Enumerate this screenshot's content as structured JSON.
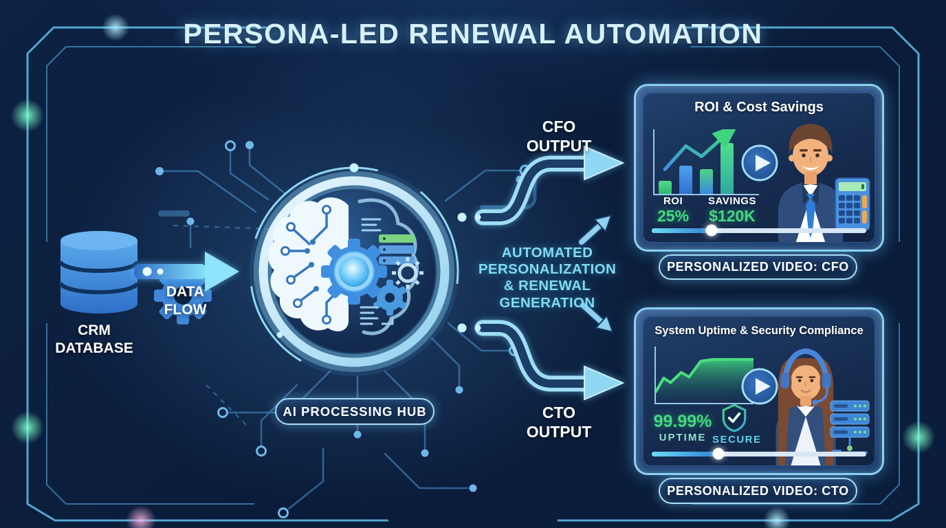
{
  "title": "PERSONA-LED RENEWAL AUTOMATION",
  "colors": {
    "accent_cyan": "#7fd6f5",
    "success_green": "#3ed47e",
    "card_border": "#8fd8f5",
    "background_navy": "#0b1d3a"
  },
  "source": {
    "label": "CRM DATABASE"
  },
  "data_flow": {
    "label": "DATA FLOW"
  },
  "hub": {
    "label": "AI PROCESSING HUB"
  },
  "process_note": {
    "text": "AUTOMATED PERSONALIZATION & RENEWAL GENERATION"
  },
  "outputs": {
    "cfo": "CFO OUTPUT",
    "cto": "CTO OUTPUT"
  },
  "cfo_card": {
    "title": "ROI & Cost Savings",
    "chart": {
      "type": "bar",
      "bars": [
        {
          "value": 25,
          "color_top": "#55d98a",
          "color_bottom": "#2fb470"
        },
        {
          "value": 55,
          "color_top": "#4da3f0",
          "color_bottom": "#2f6fd0"
        },
        {
          "value": 48,
          "color_top": "#4ed584",
          "color_bottom": "#3a86e0"
        },
        {
          "value": 100,
          "color_top": "#52de8d",
          "color_bottom": "#2fa9a0"
        }
      ],
      "trend_points": [
        [
          10,
          62
        ],
        [
          30,
          26
        ],
        [
          45,
          42
        ],
        [
          70,
          6
        ]
      ],
      "trend_color_start": "#3f8fe8",
      "trend_color_end": "#3fd47e"
    },
    "stats": [
      {
        "label": "ROI",
        "value": "25%"
      },
      {
        "label": "SAVINGS",
        "value": "$120K"
      }
    ],
    "progress_percent": 28,
    "badge": "PERSONALIZED VIDEO: CFO"
  },
  "cto_card": {
    "title": "System Uptime & Security Compliance",
    "chart": {
      "type": "area",
      "points": [
        [
          0,
          80
        ],
        [
          8,
          56
        ],
        [
          15,
          64
        ],
        [
          26,
          46
        ],
        [
          34,
          54
        ],
        [
          46,
          26
        ],
        [
          58,
          23
        ],
        [
          100,
          23
        ]
      ],
      "line_color": "#4ade80",
      "fill_top": "rgba(62,205,125,0.9)",
      "fill_bottom": "rgba(24,70,85,0.08)"
    },
    "stats": [
      {
        "value": "99.99%",
        "label": "UPTIME"
      }
    ],
    "secure_label": "SECURE",
    "badge": "PERSONALIZED VIDEO: CTO",
    "progress_percent": 31
  }
}
